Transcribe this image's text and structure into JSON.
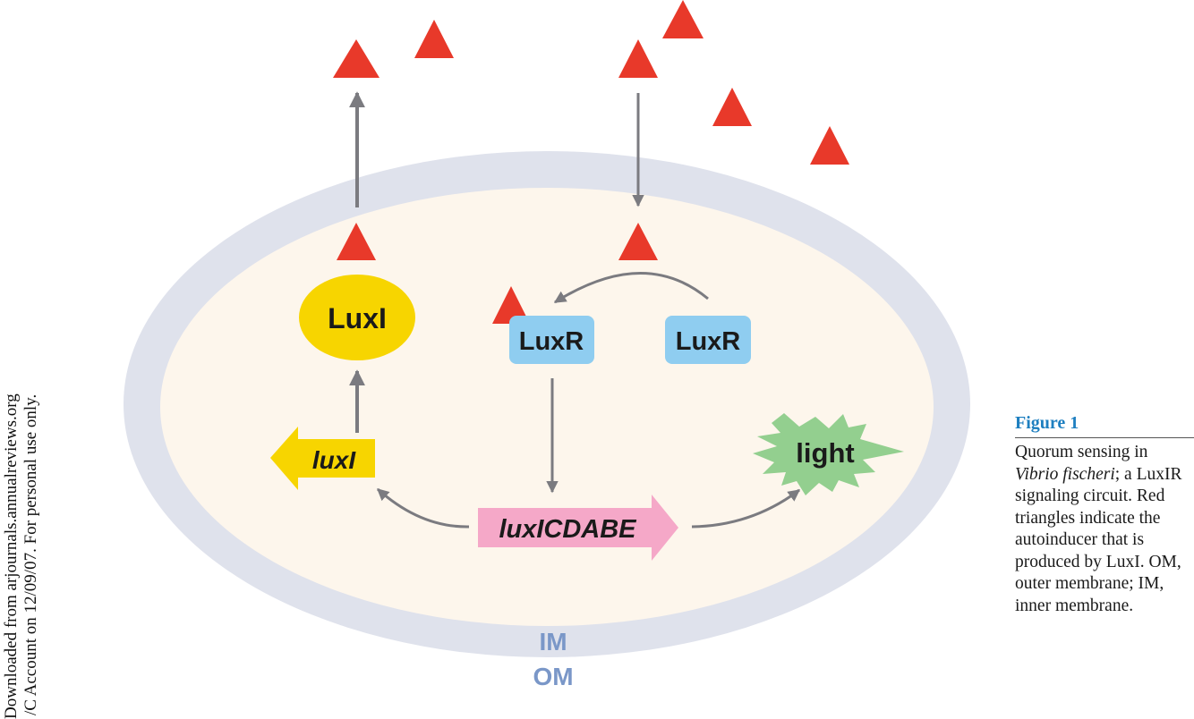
{
  "watermark": {
    "line1": "Downloaded from arjournals.annualreviews.org",
    "line2": "/C Account on 12/09/07. For personal use only."
  },
  "diagram": {
    "proteins": {
      "luxi": "LuxI",
      "luxr_bound": "LuxR",
      "luxr_free": "LuxR"
    },
    "genes": {
      "luxi_gene": "luxI",
      "operon": "luxICDABE"
    },
    "output": "light",
    "membranes": {
      "inner": "IM",
      "outer": "OM"
    },
    "colors": {
      "autoinducer": "#e8392a",
      "luxi_protein": "#f7d500",
      "luxr_protein": "#8fcdf0",
      "operon": "#f5a8c8",
      "light": "#93cf8f",
      "membrane": "#dfe2ec",
      "cytoplasm": "#fdf6ec",
      "arrow": "#7b7b80"
    }
  },
  "caption": {
    "title": "Figure 1",
    "text_pre": "Quorum sensing in ",
    "organism": "Vibrio fischeri",
    "text_post": "; a LuxIR signaling circuit. Red triangles indicate the autoinducer that is produced by LuxI. OM, outer membrane; IM, inner membrane."
  }
}
